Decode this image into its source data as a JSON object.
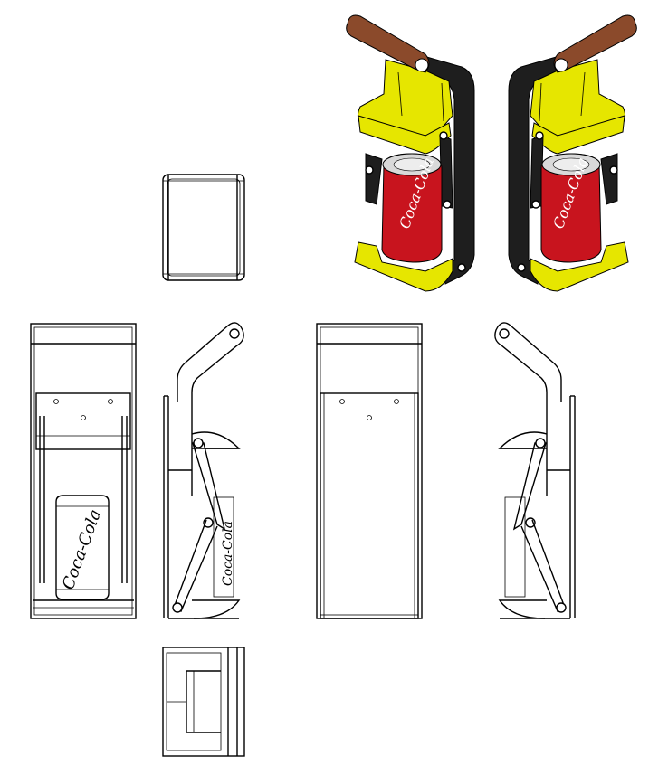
{
  "colors": {
    "line": "#000000",
    "background": "#ffffff",
    "bracket_yellow": "#e6e600",
    "frame_black": "#1e1e1e",
    "handle_wood": "#8b4a2b",
    "can_red": "#c8141e"
  },
  "views": [
    {
      "id": "top",
      "label": ""
    },
    {
      "id": "front",
      "label": ""
    },
    {
      "id": "side-left",
      "label": ""
    },
    {
      "id": "back",
      "label": ""
    },
    {
      "id": "side-right",
      "label": ""
    },
    {
      "id": "bottom",
      "label": ""
    },
    {
      "id": "iso-left",
      "label": ""
    },
    {
      "id": "iso-right",
      "label": ""
    }
  ],
  "can_brand": "Coca-Cola"
}
